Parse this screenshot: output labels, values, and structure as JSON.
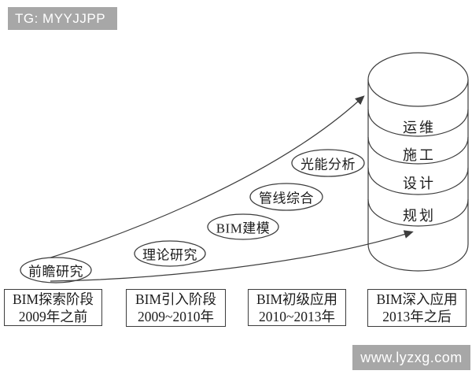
{
  "header": {
    "tag": "TG: MYYJJPP"
  },
  "footer": {
    "site": "www.lyzxg.com"
  },
  "bubbles": [
    {
      "label": "前瞻研究"
    },
    {
      "label": "理论研究"
    },
    {
      "label": "BIM建模"
    },
    {
      "label": "管线综合"
    },
    {
      "label": "光能分析"
    }
  ],
  "cylinder": {
    "layers": [
      {
        "label": "运维"
      },
      {
        "label": "施工"
      },
      {
        "label": "设计"
      },
      {
        "label": "规划"
      }
    ]
  },
  "stages": [
    {
      "name": "BIM探索阶段",
      "period": "2009年之前"
    },
    {
      "name": "BIM引入阶段",
      "period": "2009~2010年"
    },
    {
      "name": "BIM初级应用",
      "period": "2010~2013年"
    },
    {
      "name": "BIM深入应用",
      "period": "2013年之后"
    }
  ],
  "colors": {
    "watermark_bg": "#a7a7a7",
    "watermark_text": "#ffffff",
    "line": "#3d3d3d",
    "text": "#1c1c1c",
    "background": "#ffffff"
  }
}
